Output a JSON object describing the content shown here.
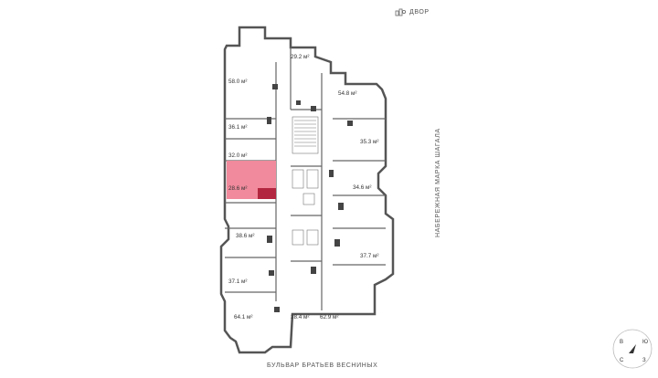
{
  "labels": {
    "top": "ДВОР",
    "bottom": "БУЛЬВАР БРАТЬЕВ ВЕСНИНЫХ",
    "side": "НАБЕРЕЖНАЯ МАРКА ШАГАЛА"
  },
  "compass": {
    "n": "В",
    "e": "Ю",
    "s": "З",
    "w": "С"
  },
  "apartments": [
    {
      "area": "29.2 м²",
      "selected": false
    },
    {
      "area": "58.0 м²",
      "selected": false
    },
    {
      "area": "54.8 м²",
      "selected": false
    },
    {
      "area": "36.1 м²",
      "selected": false
    },
    {
      "area": "35.3 м²",
      "selected": false
    },
    {
      "area": "32.0 м²",
      "selected": false
    },
    {
      "area": "28.6 м²",
      "selected": true
    },
    {
      "area": "34.6 м²",
      "selected": false
    },
    {
      "area": "38.6 м²",
      "selected": false
    },
    {
      "area": "37.7 м²",
      "selected": false
    },
    {
      "area": "37.1 м²",
      "selected": false
    },
    {
      "area": "64.1 м²",
      "selected": false
    },
    {
      "area": "28.4 м²",
      "selected": false
    },
    {
      "area": "62.9 м²",
      "selected": false
    }
  ],
  "colors": {
    "selected_fill": "#f08a9c",
    "selected_dark": "#b3263f",
    "wall": "#555555"
  }
}
